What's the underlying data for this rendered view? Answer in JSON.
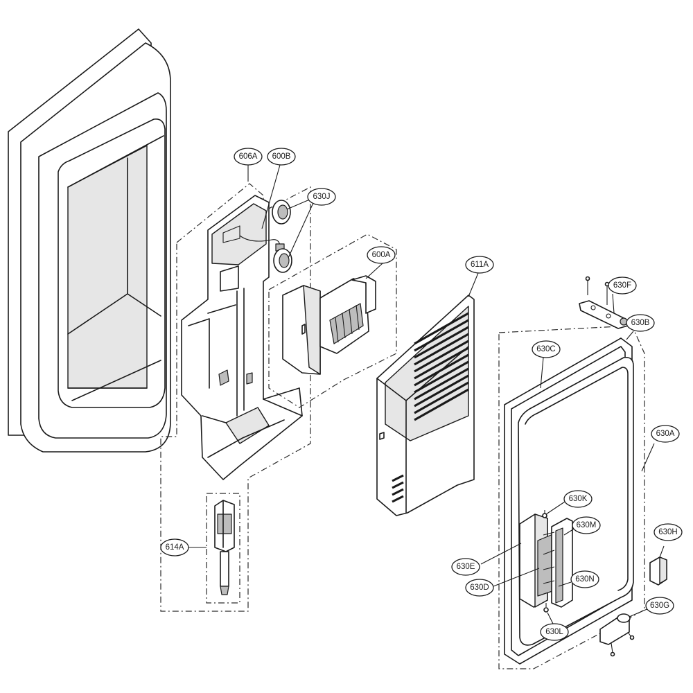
{
  "callouts": [
    {
      "id": "606A",
      "label": "606A"
    },
    {
      "id": "600B",
      "label": "600B"
    },
    {
      "id": "630J",
      "label": "630J"
    },
    {
      "id": "600A",
      "label": "600A"
    },
    {
      "id": "611A",
      "label": "611A"
    },
    {
      "id": "630F",
      "label": "630F"
    },
    {
      "id": "630B",
      "label": "630B"
    },
    {
      "id": "630C",
      "label": "630C"
    },
    {
      "id": "630A",
      "label": "630A"
    },
    {
      "id": "630K",
      "label": "630K"
    },
    {
      "id": "630M",
      "label": "630M"
    },
    {
      "id": "630H",
      "label": "630H"
    },
    {
      "id": "630E",
      "label": "630E"
    },
    {
      "id": "630D",
      "label": "630D"
    },
    {
      "id": "630N",
      "label": "630N"
    },
    {
      "id": "630G",
      "label": "630G"
    },
    {
      "id": "630L",
      "label": "630L"
    },
    {
      "id": "614A",
      "label": "614A"
    }
  ],
  "style": {
    "line_color": "#1a1a1a",
    "background": "#ffffff",
    "shade": "#e6e6e6"
  }
}
